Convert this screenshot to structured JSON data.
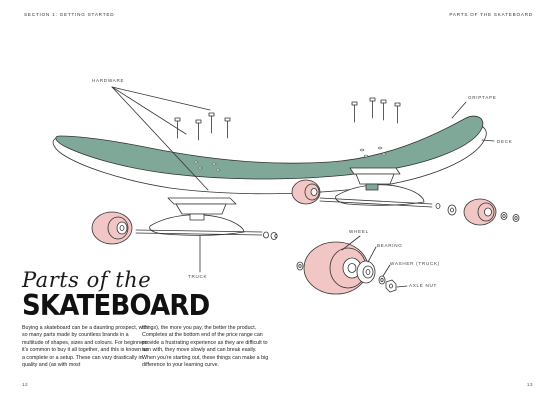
{
  "header": {
    "section": "SECTION 1: GETTING STARTED",
    "chapter": "PARTS OF THE SKATEBOARD"
  },
  "labels": {
    "hardware": "HARDWARE",
    "griptape": "GRIPTAPE",
    "deck": "DECK",
    "wheel": "WHEEL",
    "bearing": "BEARING",
    "washer": "WASHER (TRUCK)",
    "axle_nut": "AXLE NUT",
    "truck": "TRUCK"
  },
  "title": {
    "script": "Parts of the",
    "bold": "SKATEBOARD"
  },
  "body": {
    "column1": "Buying a skateboard can be a daunting prospect, with so many parts made by countless brands in a multitude of shapes, sizes and colours. For beginners it's common to buy it all together, and this is known as a complete or a setup. These can vary drastically in quality and (as with most",
    "column2": "things), the more you pay, the better the product. Completes at the bottom end of the price range can provide a frustrating experience as they are difficult to turn with, they move slowly and can break easily. When you're starting out, these things can make a big difference to your learning curve."
  },
  "footer": {
    "page_left": "12",
    "page_right": "13"
  },
  "colors": {
    "griptape": "#7fa898",
    "wheel": "#f2c6c4",
    "line": "#333333"
  }
}
